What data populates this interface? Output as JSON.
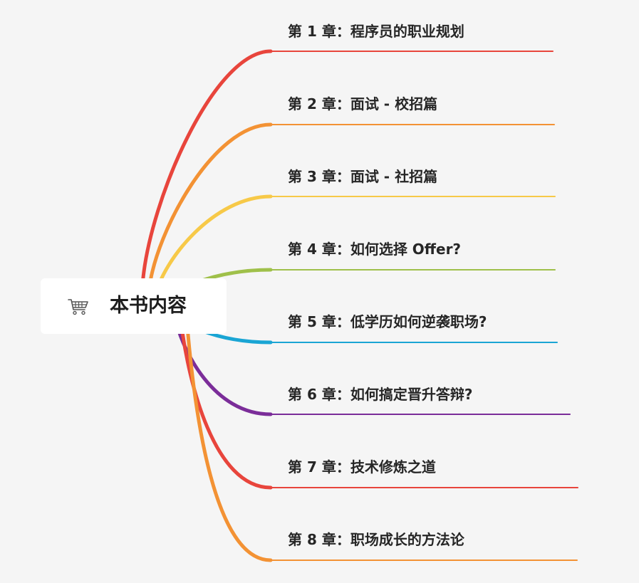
{
  "root": {
    "title": "本书内容",
    "icon": "shopping-cart-icon"
  },
  "chapters": [
    {
      "label": "第 1 章：程序员的职业规划",
      "color": "#e8453c"
    },
    {
      "label": "第 2 章：面试 - 校招篇",
      "color": "#f39234"
    },
    {
      "label": "第 3 章：面试 - 社招篇",
      "color": "#f7c948"
    },
    {
      "label": "第 4 章：如何选择 Offer?",
      "color": "#9fc04a"
    },
    {
      "label": "第 5 章：低学历如何逆袭职场?",
      "color": "#1aa5d4"
    },
    {
      "label": "第 6 章：如何搞定晋升答辩?",
      "color": "#7b2d99"
    },
    {
      "label": "第 7 章：技术修炼之道",
      "color": "#e8453c"
    },
    {
      "label": "第 8 章：职场成长的方法论",
      "color": "#f39234"
    }
  ]
}
